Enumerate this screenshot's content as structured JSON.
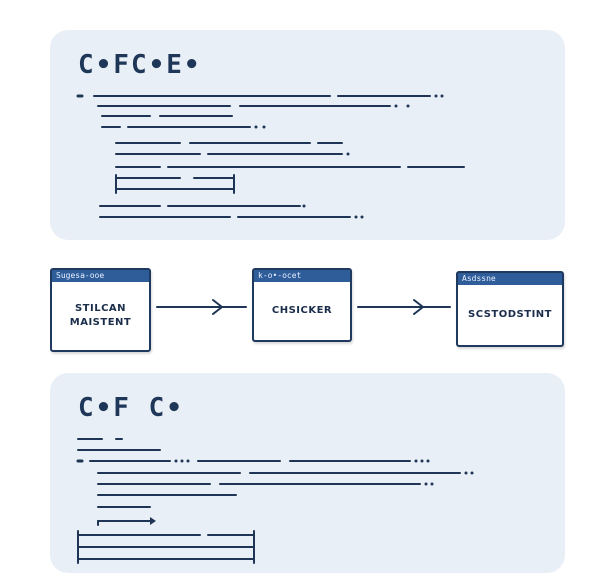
{
  "top_panel": {
    "title": "C•FC•E•"
  },
  "bottom_panel": {
    "title": "C•F C•"
  },
  "nodes": [
    {
      "header": "Sugesa-ooe",
      "label": "STILCAN\nMAISTENT"
    },
    {
      "header": "k-o•-ocet",
      "label": "CHSICKER"
    },
    {
      "header": "Asdssne",
      "label": "SCSTODSTINT"
    }
  ],
  "colors": {
    "panel_bg": "#e9eff6",
    "ink": "#1f3556",
    "node_header": "#2f5d9a",
    "node_border": "#203a5f"
  }
}
